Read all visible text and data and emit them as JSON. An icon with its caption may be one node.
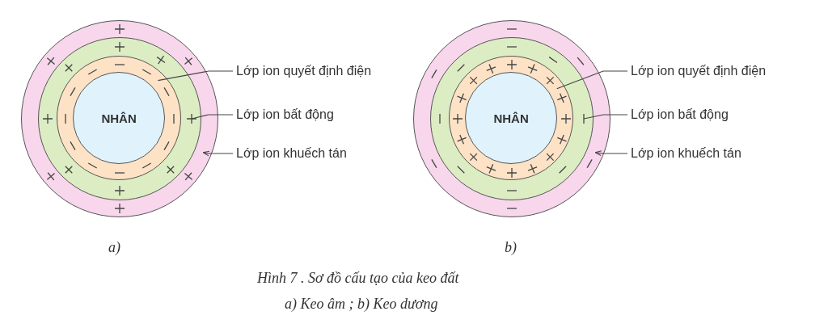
{
  "diagram": {
    "caption": "Hình 7 . Sơ đồ cấu tạo của keo đất",
    "nodes": [
      {
        "text": [],
        "shape": "circle"
      },
      {
        "text": [],
        "shape": "circle",
        "in": 0
      },
      {
        "text": [],
        "shape": "circle",
        "in": 1
      },
      {
        "text": [
          "NHÂN"
        ],
        "in": 2
      },
      {
        "text": [
          "Lớp ion quyết định điện"
        ]
      },
      {
        "text": [
          "Lớp ion bất động"
        ]
      },
      {
        "text": [
          "Lớp ion khuếch tán"
        ]
      },
      {
        "text": [],
        "shape": "circle"
      },
      {
        "text": [],
        "shape": "circle",
        "in": 7
      },
      {
        "text": [],
        "shape": "circle",
        "in": 8
      },
      {
        "text": [
          "NHÂN"
        ],
        "in": 9
      },
      {
        "text": [
          "Lớp ion quyết định điện"
        ]
      },
      {
        "text": [
          "Lớp ion bất động"
        ]
      },
      {
        "text": [
          "Lớp ion khuếch tán"
        ]
      }
    ],
    "edges": [
      {
        "from": 4,
        "to": 2,
        "arrow": "none"
      },
      {
        "from": 5,
        "to": 1,
        "arrow": "none"
      },
      {
        "from": 6,
        "to": 0,
        "arrow": "to"
      },
      {
        "from": 11,
        "to": 9,
        "arrow": "none"
      },
      {
        "from": 12,
        "to": 8,
        "arrow": "none"
      },
      {
        "from": 13,
        "to": 7,
        "arrow": "to"
      }
    ],
    "labels": [
      "a)",
      "b)",
      "a) Keo âm ; b) Keo dương"
    ]
  }
}
